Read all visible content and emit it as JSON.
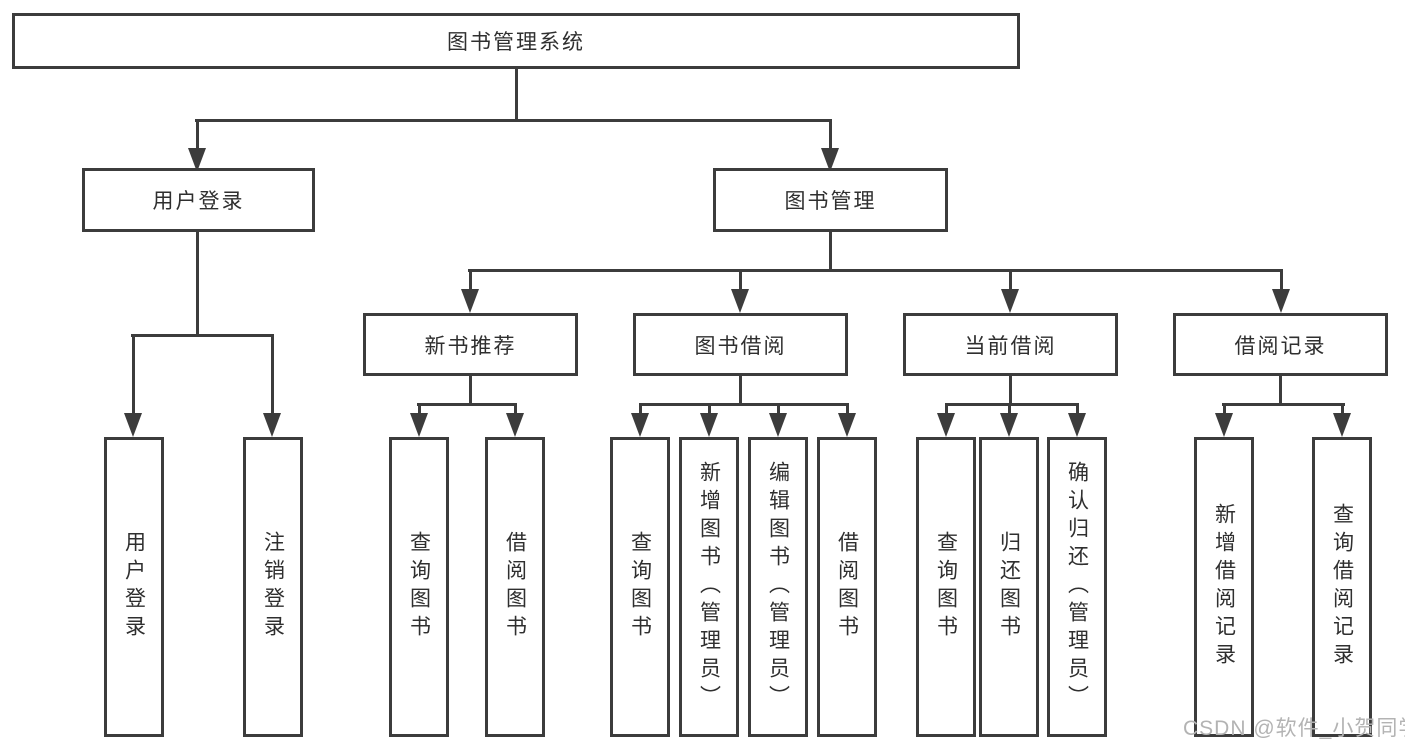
{
  "diagram": {
    "root": {
      "label": "图书管理系统"
    },
    "branches": {
      "user": {
        "label": "用户登录",
        "children": [
          {
            "label": "用户登录"
          },
          {
            "label": "注销登录"
          }
        ]
      },
      "book": {
        "label": "图书管理",
        "modules": [
          {
            "label": "新书推荐",
            "children": [
              {
                "label": "查询图书"
              },
              {
                "label": "借阅图书"
              }
            ]
          },
          {
            "label": "图书借阅",
            "children": [
              {
                "label": "查询图书"
              },
              {
                "label": "新增图书（管理员）"
              },
              {
                "label": "编辑图书（管理员）"
              },
              {
                "label": "借阅图书"
              }
            ]
          },
          {
            "label": "当前借阅",
            "children": [
              {
                "label": "查询图书"
              },
              {
                "label": "归还图书"
              },
              {
                "label": "确认归还（管理员）"
              }
            ]
          },
          {
            "label": "借阅记录",
            "children": [
              {
                "label": "新增借阅记录"
              },
              {
                "label": "查询借阅记录"
              }
            ]
          }
        ]
      }
    },
    "watermark": {
      "text": "CSDN @软件_小贺同学"
    },
    "colors": {
      "line": "#3c3c3c",
      "text": "#2f2f2f",
      "watermark": "#b3b3b3",
      "background": "#ffffff"
    }
  }
}
